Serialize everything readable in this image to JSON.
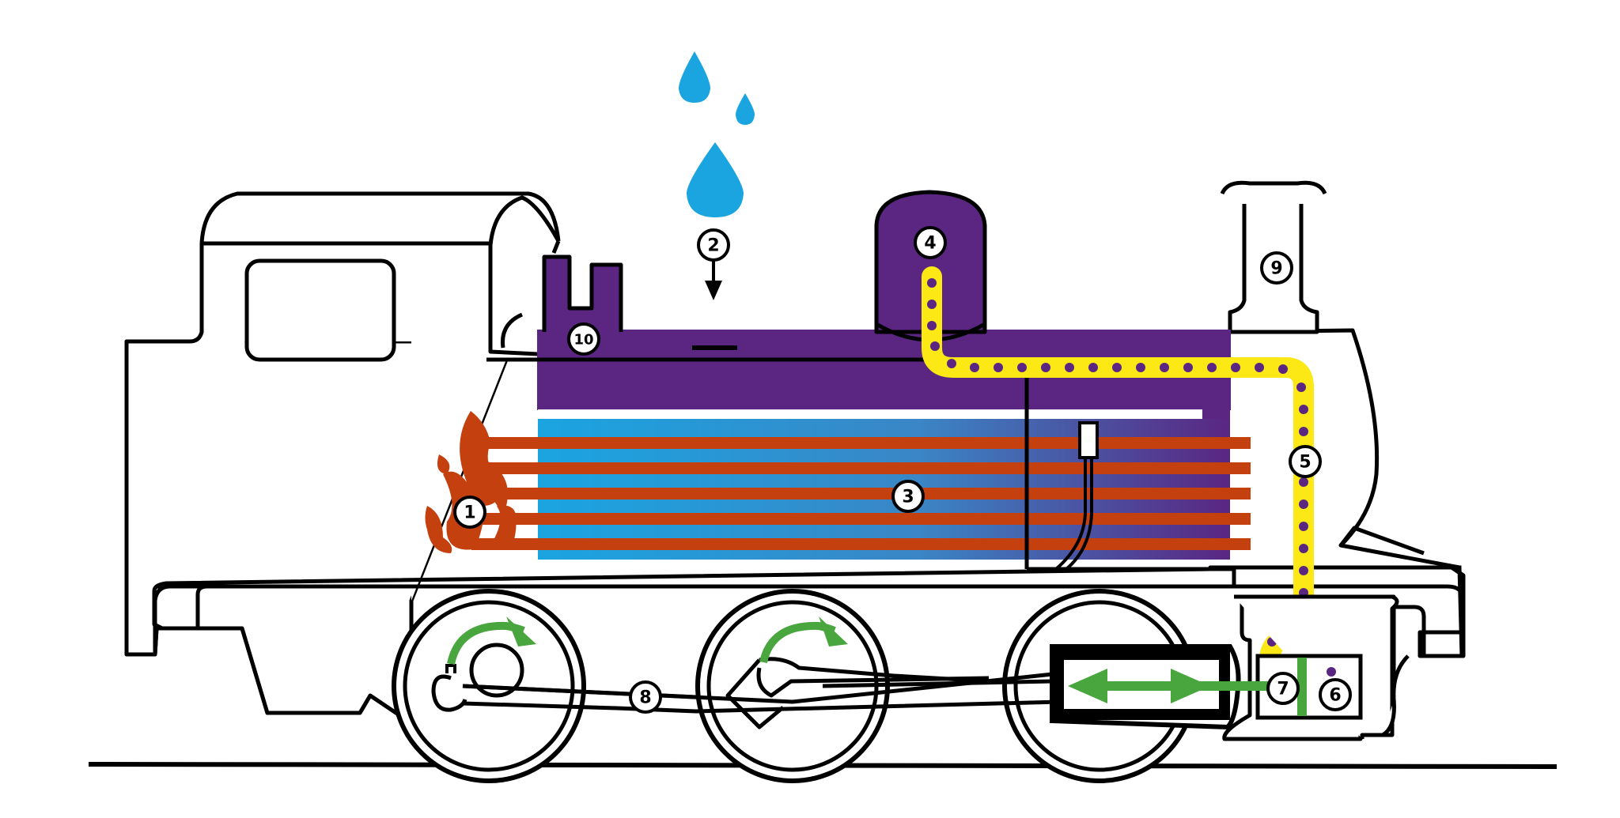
{
  "diagram": {
    "callouts": [
      {
        "id": "1",
        "label": "1"
      },
      {
        "id": "2",
        "label": "2"
      },
      {
        "id": "3",
        "label": "3"
      },
      {
        "id": "4",
        "label": "4"
      },
      {
        "id": "5",
        "label": "5"
      },
      {
        "id": "6",
        "label": "6"
      },
      {
        "id": "7",
        "label": "7"
      },
      {
        "id": "8",
        "label": "8"
      },
      {
        "id": "9",
        "label": "9"
      },
      {
        "id": "10",
        "label": "10"
      }
    ],
    "colors": {
      "outline": "#000000",
      "steam_purple": "#5a2682",
      "water_blue": "#1aa5e1",
      "fire_orange": "#c4410f",
      "steam_pipe_yellow": "#fce815",
      "motion_green": "#49a53d",
      "background": "#ffffff"
    },
    "icons": [
      "water-drop-icon",
      "flame-icon",
      "rotation-arrow-icon",
      "double-arrow-icon",
      "down-arrow-icon"
    ]
  }
}
